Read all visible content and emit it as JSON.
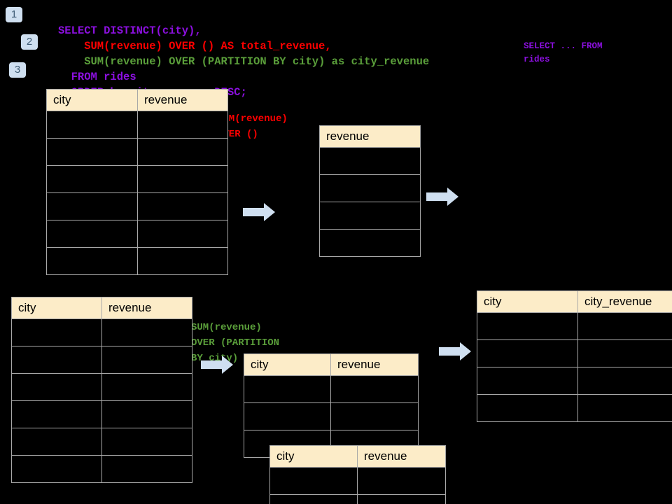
{
  "theme": {
    "background": "#000000",
    "header_fill": "#fcecc8",
    "grid_line": "#a8a8a8",
    "arrow_fill": "#cfdff0",
    "badge_fill": "#cfdff0",
    "badge_text": "#3d5a73",
    "sql_purple": "#8c10e0",
    "sql_red": "#ff0000",
    "sql_green": "#5a9e3a"
  },
  "badges": [
    {
      "label": "1"
    },
    {
      "label": "2"
    },
    {
      "label": "3"
    }
  ],
  "sql": {
    "lines": [
      {
        "text": "SELECT DISTINCT(city),",
        "color": "purple"
      },
      {
        "text": "    SUM(revenue) OVER () AS total_revenue,",
        "color": "red"
      },
      {
        "text": "    SUM(revenue) OVER (PARTITION BY city) as city_revenue",
        "color": "green"
      },
      {
        "text": "  FROM rides",
        "color": "purple"
      },
      {
        "text": "  ORDER by city_revenue DESC;",
        "color": "purple"
      }
    ]
  },
  "sidenote": {
    "line1": "SELECT ... FROM",
    "line2": "rides"
  },
  "annotations": {
    "total_revenue": {
      "line1": "SUM(revenue)",
      "line2": "OVER ()"
    },
    "city_revenue": {
      "line1": "SUM(revenue)",
      "line2": "OVER (PARTITION",
      "line3": "BY city)"
    }
  },
  "tables": {
    "rides_top": {
      "name": "rides-source-table-top",
      "headers": [
        "city",
        "revenue"
      ],
      "row_count": 6,
      "rows": [
        [
          "",
          ""
        ],
        [
          "",
          ""
        ],
        [
          "",
          ""
        ],
        [
          "",
          ""
        ],
        [
          "",
          ""
        ],
        [
          "",
          ""
        ]
      ]
    },
    "total_revenue": {
      "name": "total-revenue-table",
      "headers": [
        "revenue"
      ],
      "row_count": 4,
      "rows": [
        [
          ""
        ],
        [
          ""
        ],
        [
          ""
        ],
        [
          ""
        ]
      ]
    },
    "rides_bottom": {
      "name": "rides-source-table-bottom",
      "headers": [
        "city",
        "revenue"
      ],
      "row_count": 6,
      "rows": [
        [
          "",
          ""
        ],
        [
          "",
          ""
        ],
        [
          "",
          ""
        ],
        [
          "",
          ""
        ],
        [
          "",
          ""
        ],
        [
          "",
          ""
        ]
      ]
    },
    "partition_a": {
      "name": "partition-group-table-a",
      "headers": [
        "city",
        "revenue"
      ],
      "row_count": 3,
      "rows": [
        [
          "",
          ""
        ],
        [
          "",
          ""
        ],
        [
          "",
          ""
        ]
      ]
    },
    "partition_b": {
      "name": "partition-group-table-b",
      "headers": [
        "city",
        "revenue"
      ],
      "row_count": 2,
      "rows": [
        [
          "",
          ""
        ],
        [
          "",
          ""
        ]
      ]
    },
    "result": {
      "name": "result-table",
      "headers": [
        "city",
        "city_revenue"
      ],
      "row_count": 4,
      "rows": [
        [
          "",
          ""
        ],
        [
          "",
          ""
        ],
        [
          "",
          ""
        ],
        [
          "",
          ""
        ]
      ]
    }
  },
  "arrows": [
    {
      "name": "arrow-rides-to-total-revenue"
    },
    {
      "name": "arrow-total-revenue-to-result"
    },
    {
      "name": "arrow-rides-to-partition"
    },
    {
      "name": "arrow-partition-to-result"
    }
  ]
}
